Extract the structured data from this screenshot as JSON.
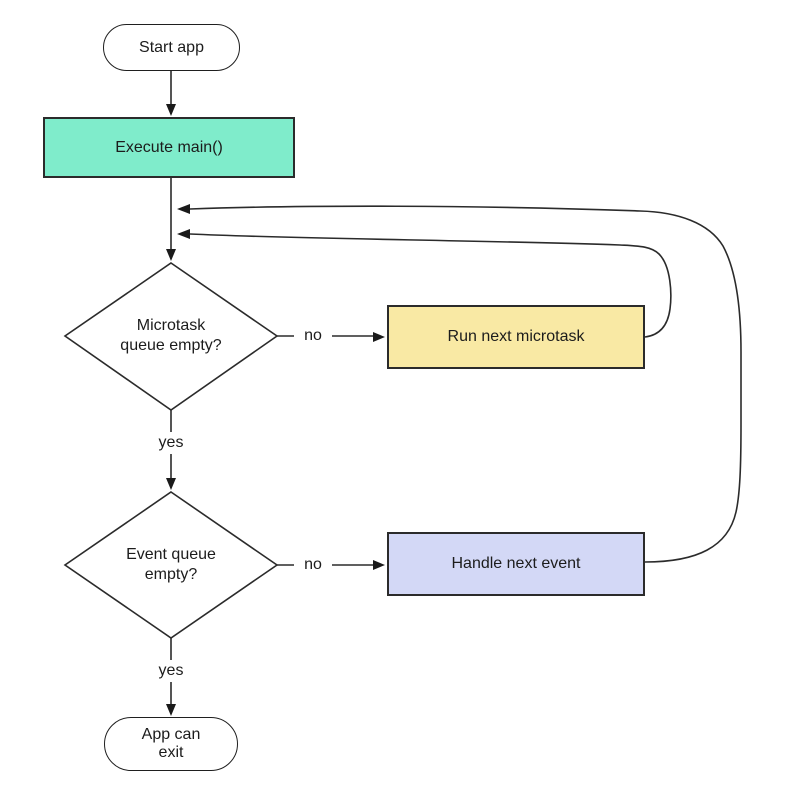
{
  "diagram": {
    "description": "Flowchart of an application event loop",
    "nodes": {
      "start": {
        "type": "terminator",
        "label": "Start app"
      },
      "execute_main": {
        "type": "process",
        "label": "Execute main()"
      },
      "microtask_check": {
        "type": "decision",
        "label": "Microtask queue empty?"
      },
      "run_microtask": {
        "type": "process",
        "label": "Run next microtask"
      },
      "event_check": {
        "type": "decision",
        "label": "Event queue empty?"
      },
      "handle_event": {
        "type": "process",
        "label": "Handle next event"
      },
      "app_exit": {
        "type": "terminator",
        "label": "App can exit"
      }
    },
    "edge_labels": {
      "microtask_no": "no",
      "microtask_yes": "yes",
      "event_no": "no",
      "event_yes": "yes"
    },
    "palette": {
      "process_green": "#7feccb",
      "process_yellow": "#f9e9a4",
      "process_lavender": "#d3d8f6",
      "terminator_fill": "#ffffff",
      "stroke": "#2b2b2b",
      "text": "#1c1c1c",
      "background": "#ffffff"
    }
  }
}
